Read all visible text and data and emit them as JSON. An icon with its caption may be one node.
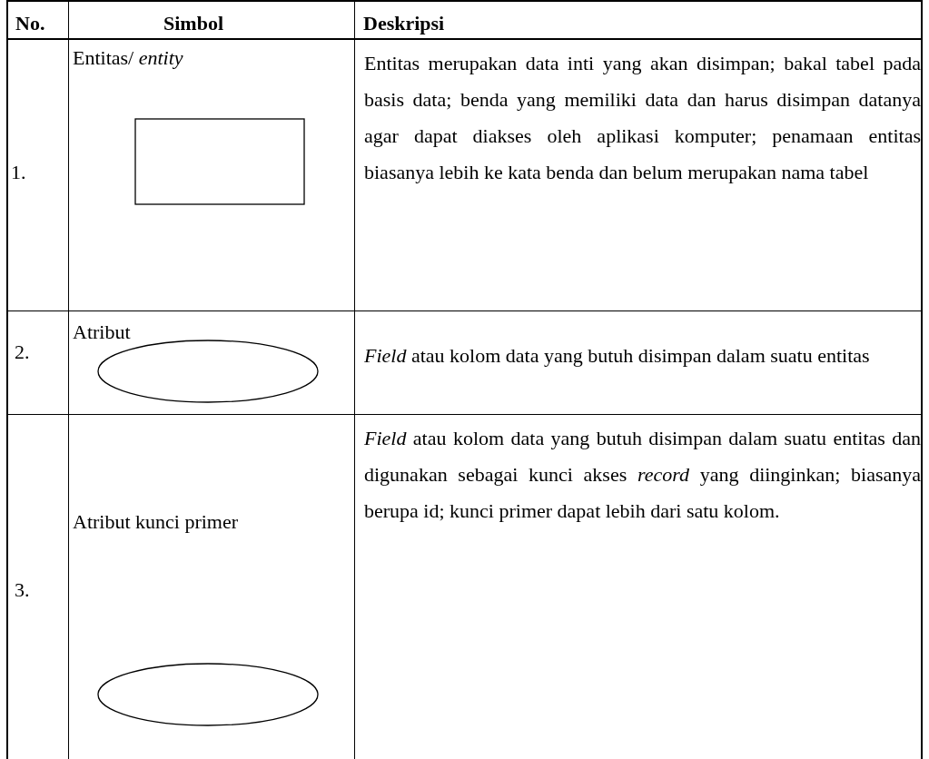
{
  "diagram": {
    "labels": [
      "No.",
      "Simbol",
      "Deskripsi",
      "1.",
      "Entitas/ *entity*",
      "Entitas merupakan data inti yang akan disimpan; bakal tabel pada basis data; benda yang memiliki data dan harus disimpan datanya agar dapat diakses oleh aplikasi komputer; penamaan entitas biasanya lebih ke kata benda dan belum merupakan nama tabel",
      "2.",
      "Atribut",
      "*Field* atau kolom data yang butuh disimpan dalam suatu entitas",
      "3.",
      "Atribut kunci primer",
      "*Field* atau kolom data yang butuh disimpan dalam suatu entitas dan digunakan sebagai kunci akses *record* yang diinginkan; biasanya berupa id; kunci primer dapat lebih dari satu kolom."
    ]
  }
}
